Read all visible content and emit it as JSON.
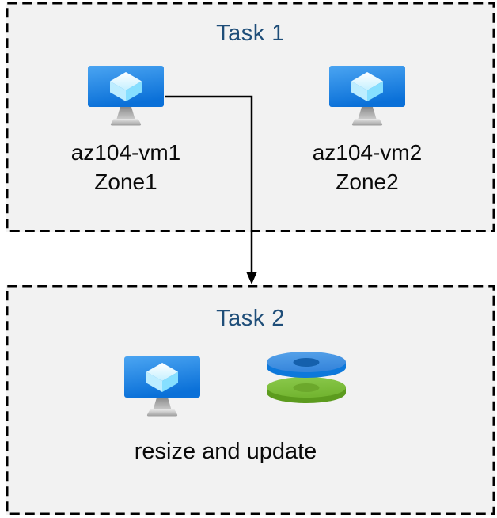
{
  "diagram": {
    "task1": {
      "title": "Task 1",
      "vms": [
        {
          "name": "az104-vm1",
          "zone": "Zone1",
          "icon": "virtual-machine-icon"
        },
        {
          "name": "az104-vm2",
          "zone": "Zone2",
          "icon": "virtual-machine-icon"
        }
      ]
    },
    "connector": {
      "type": "elbow-arrow-down",
      "from": "az104-vm1",
      "to": "Task 2"
    },
    "task2": {
      "title": "Task 2",
      "caption": "resize and update",
      "icons": [
        "virtual-machine-icon",
        "managed-disks-icon"
      ]
    },
    "colors": {
      "box_background": "#F2F2F2",
      "box_border": "#000000",
      "title_text": "#1F4E79",
      "body_text": "#0A0A0A",
      "vm_screen_top": "#4BA5F2",
      "vm_screen_bottom": "#0A70D8",
      "vm_cube_light": "#C4F0FF",
      "disk_blue_top": "#3E8EE0",
      "disk_blue_rim": "#0D78DB",
      "disk_blue_hole": "#1560AC",
      "disk_green_top": "#7CBE3B",
      "disk_green_rim": "#5C9B1E",
      "disk_green_hole": "#6CA82C"
    }
  }
}
